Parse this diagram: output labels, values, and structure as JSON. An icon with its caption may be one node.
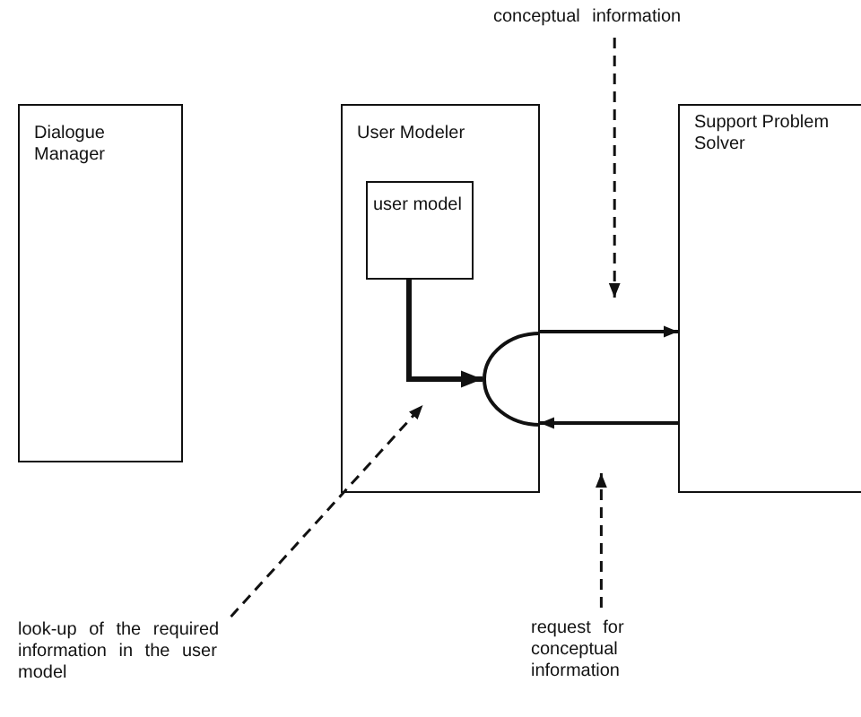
{
  "diagram": {
    "nodes": [
      {
        "text": [
          "Dialogue Manager"
        ]
      },
      {
        "text": [
          "User Modeler"
        ]
      },
      {
        "text": [
          "user model"
        ],
        "in": 1
      },
      {
        "text": [
          "Support Problem Solver"
        ]
      },
      {
        "text": [],
        "shape": "semicircle",
        "in": 1
      },
      {
        "text": [
          "conceptual information"
        ]
      },
      {
        "text": [
          "look-up of the required information in the user model"
        ]
      },
      {
        "text": [
          "request for conceptual information"
        ]
      }
    ],
    "edges": [
      {
        "from": 2,
        "to": 4,
        "arrow": "to",
        "style": "thick"
      },
      {
        "from": 4,
        "to": 3,
        "arrow": "to"
      },
      {
        "from": 3,
        "to": 4,
        "arrow": "to"
      },
      {
        "from": 5,
        "to": null,
        "arrow": "to",
        "style": "dashed"
      },
      {
        "from": 6,
        "to": null,
        "arrow": "to",
        "style": "dashed"
      },
      {
        "from": 7,
        "to": null,
        "arrow": "to",
        "style": "dashed"
      }
    ]
  }
}
